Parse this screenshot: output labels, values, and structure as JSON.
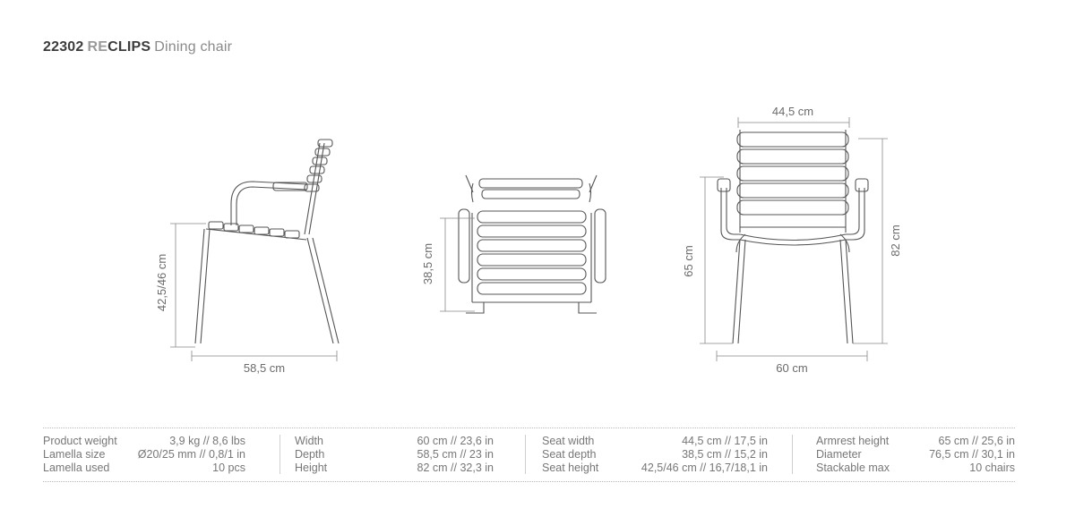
{
  "title": {
    "code": "22302",
    "brand_prefix": "RE",
    "brand_rest": "CLIPS",
    "subtitle": "Dining chair"
  },
  "dimensions": {
    "side_height": "42,5/46 cm",
    "side_depth": "58,5 cm",
    "top_depth": "38,5 cm",
    "front_top_width": "44,5 cm",
    "front_seat_height": "65 cm",
    "front_total_height": "82 cm",
    "front_width": "60 cm"
  },
  "specs": [
    [
      {
        "label": "Product weight",
        "value": "3,9 kg // 8,6 lbs"
      },
      {
        "label": "Lamella size",
        "value": "Ø20/25 mm // 0,8/1 in"
      },
      {
        "label": "Lamella used",
        "value": "10 pcs"
      }
    ],
    [
      {
        "label": "Width",
        "value": "60 cm // 23,6 in"
      },
      {
        "label": "Depth",
        "value": "58,5 cm // 23 in"
      },
      {
        "label": "Height",
        "value": "82 cm // 32,3 in"
      }
    ],
    [
      {
        "label": "Seat width",
        "value": "44,5 cm // 17,5 in"
      },
      {
        "label": "Seat depth",
        "value": "38,5 cm // 15,2 in"
      },
      {
        "label": "Seat height",
        "value": "42,5/46 cm // 16,7/18,1 in"
      }
    ],
    [
      {
        "label": "Armrest height",
        "value": "65 cm // 25,6 in"
      },
      {
        "label": "Diameter",
        "value": "76,5 cm // 30,1 in"
      },
      {
        "label": "Stackable max",
        "value": "10 chairs"
      }
    ]
  ]
}
